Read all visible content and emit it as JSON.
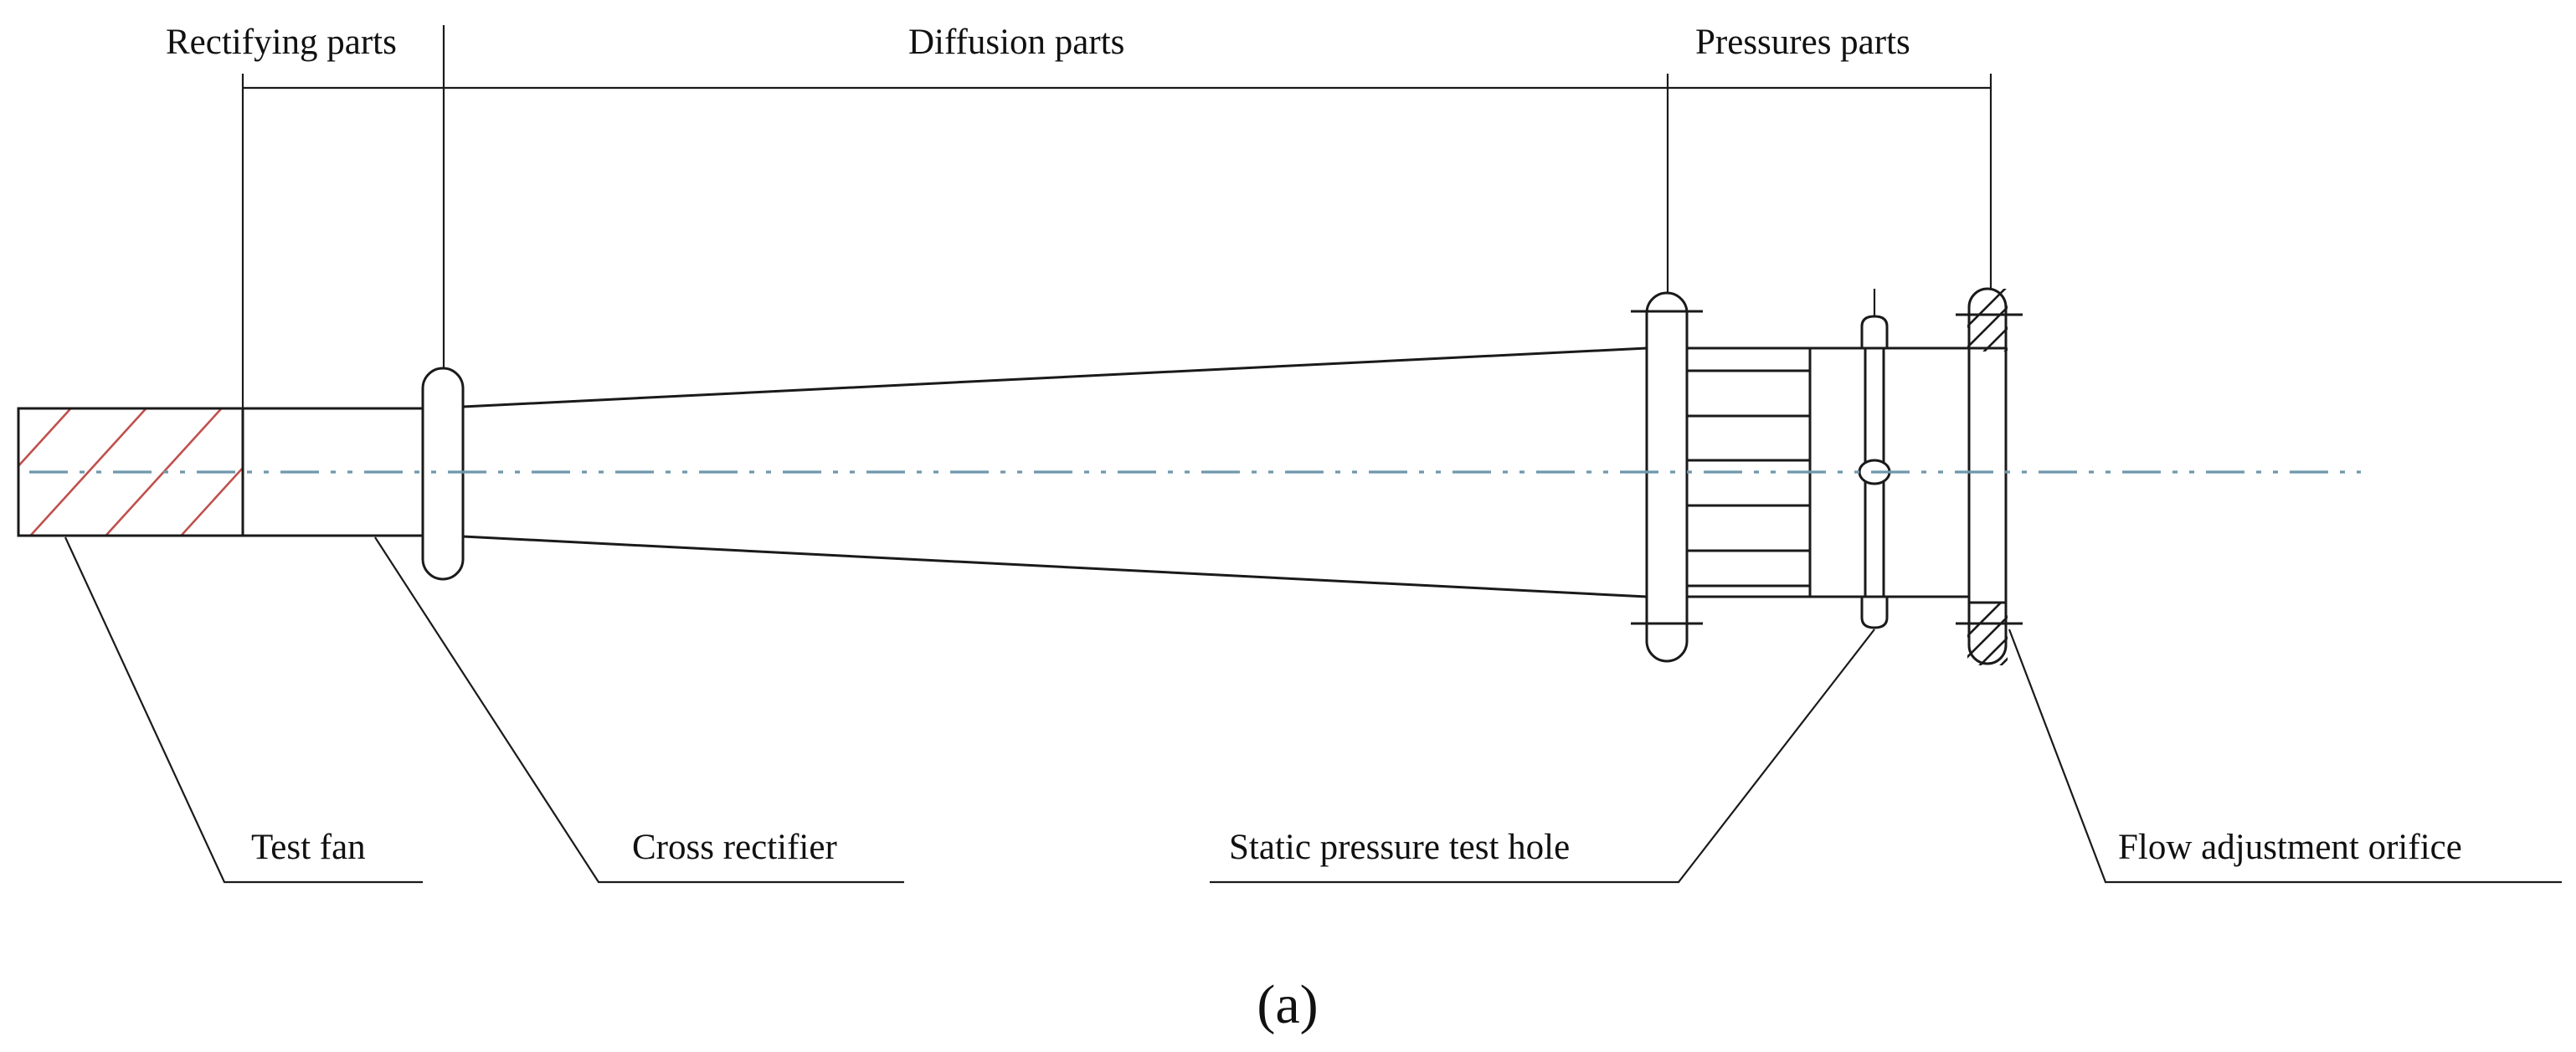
{
  "diagram": {
    "section_labels": {
      "rectifying": "Rectifying parts",
      "diffusion": "Diffusion parts",
      "pressures": "Pressures parts"
    },
    "callouts": {
      "test_fan": "Test fan",
      "cross_rectifier": "Cross rectifier",
      "static_pressure_hole": "Static pressure test hole",
      "flow_orifice": "Flow adjustment orifice"
    },
    "caption": "(a)",
    "colors": {
      "fan_hatch": "#c0504d",
      "centerline": "#6f98ac",
      "line": "#1a1a1a"
    }
  }
}
